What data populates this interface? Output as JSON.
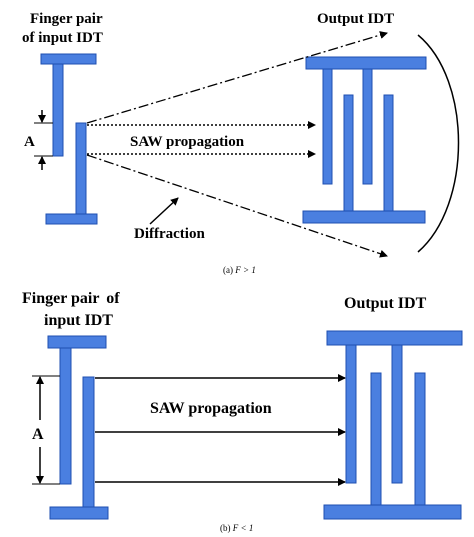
{
  "colors": {
    "electrode_fill": "#4a7fe0",
    "electrode_stroke": "#1f4fb0",
    "line": "#000000",
    "background": "#ffffff"
  },
  "panel_a": {
    "label_input_line1": "Finger pair",
    "label_input_line2": "of input IDT",
    "label_output": "Output IDT",
    "label_aperture": "A",
    "label_propagation": "SAW propagation",
    "label_diffraction": "Diffraction",
    "caption_prefix": "(a) ",
    "caption_condition": "F > 1"
  },
  "panel_b": {
    "label_input_line1": "Finger pair",
    "label_input_line1b": "of",
    "label_input_line2": "input IDT",
    "label_output": "Output IDT",
    "label_aperture": "A",
    "label_propagation": "SAW propagation",
    "caption_prefix": "(b) ",
    "caption_condition": "F < 1"
  }
}
